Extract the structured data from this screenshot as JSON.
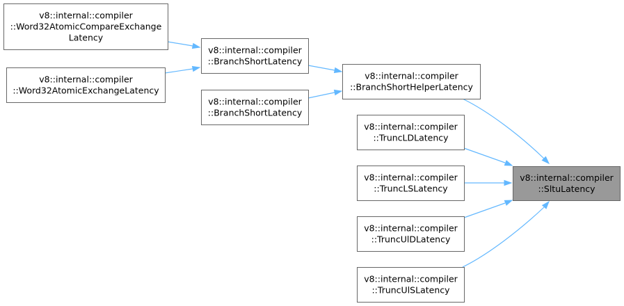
{
  "graph": {
    "nodes": {
      "word32_cmpxchg": {
        "lines": [
          "v8::internal::compiler",
          "::Word32AtomicCompareExchange",
          "Latency"
        ]
      },
      "word32_xchg": {
        "lines": [
          "v8::internal::compiler",
          "::Word32AtomicExchangeLatency"
        ]
      },
      "branch_short_a": {
        "lines": [
          "v8::internal::compiler",
          "::BranchShortLatency"
        ]
      },
      "branch_short_b": {
        "lines": [
          "v8::internal::compiler",
          "::BranchShortLatency"
        ]
      },
      "branch_short_helper": {
        "lines": [
          "v8::internal::compiler",
          "::BranchShortHelperLatency"
        ]
      },
      "trunc_ld": {
        "lines": [
          "v8::internal::compiler",
          "::TruncLDLatency"
        ]
      },
      "trunc_ls": {
        "lines": [
          "v8::internal::compiler",
          "::TruncLSLatency"
        ]
      },
      "trunc_uld": {
        "lines": [
          "v8::internal::compiler",
          "::TruncUlDLatency"
        ]
      },
      "trunc_uls": {
        "lines": [
          "v8::internal::compiler",
          "::TruncUlSLatency"
        ]
      },
      "sltu": {
        "lines": [
          "v8::internal::compiler",
          "::SltuLatency"
        ],
        "focus": true
      }
    },
    "edges": [
      {
        "from": "word32_cmpxchg",
        "to": "branch_short_a"
      },
      {
        "from": "word32_xchg",
        "to": "branch_short_a"
      },
      {
        "from": "branch_short_a",
        "to": "branch_short_helper"
      },
      {
        "from": "branch_short_b",
        "to": "branch_short_helper"
      },
      {
        "from": "branch_short_helper",
        "to": "sltu"
      },
      {
        "from": "trunc_ld",
        "to": "sltu"
      },
      {
        "from": "trunc_ls",
        "to": "sltu"
      },
      {
        "from": "trunc_uld",
        "to": "sltu"
      },
      {
        "from": "trunc_uls",
        "to": "sltu"
      }
    ],
    "colors": {
      "edge": "#63b8ff",
      "node_border": "#666666",
      "focus_fill": "#999999"
    }
  }
}
